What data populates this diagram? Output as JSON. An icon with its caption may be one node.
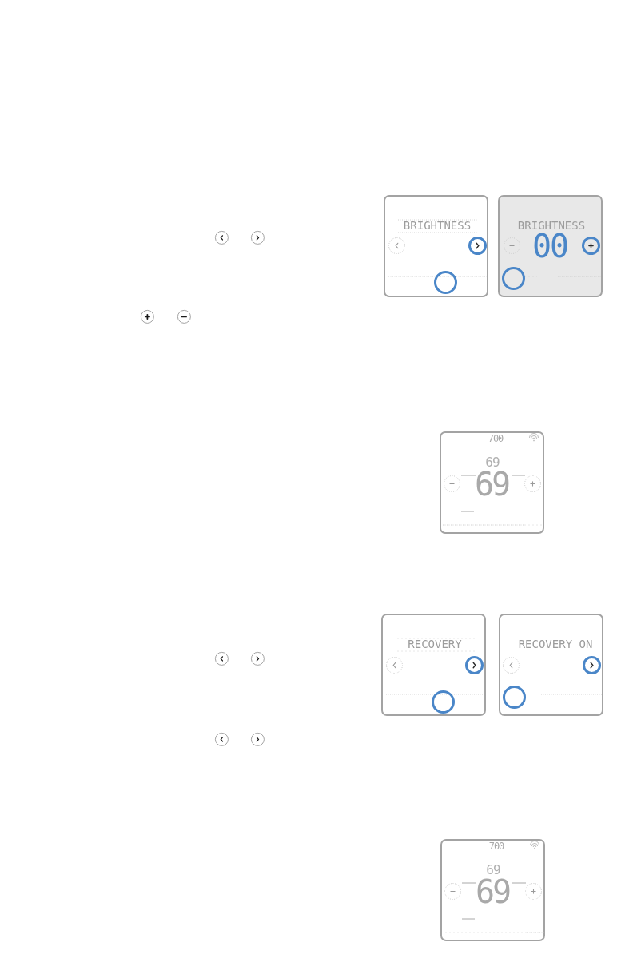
{
  "diagram": {
    "nodes": [
      {
        "text": [
          "BRIGHTNESS"
        ]
      },
      {
        "text": [
          "BRIGHTNESS",
          "00"
        ]
      },
      {
        "text": [
          "700",
          "69",
          "69"
        ]
      },
      {
        "text": [
          "RECOVERY"
        ]
      },
      {
        "text": [
          "RECOVERY ON"
        ]
      },
      {
        "text": [
          "700",
          "69",
          "69"
        ]
      }
    ]
  }
}
